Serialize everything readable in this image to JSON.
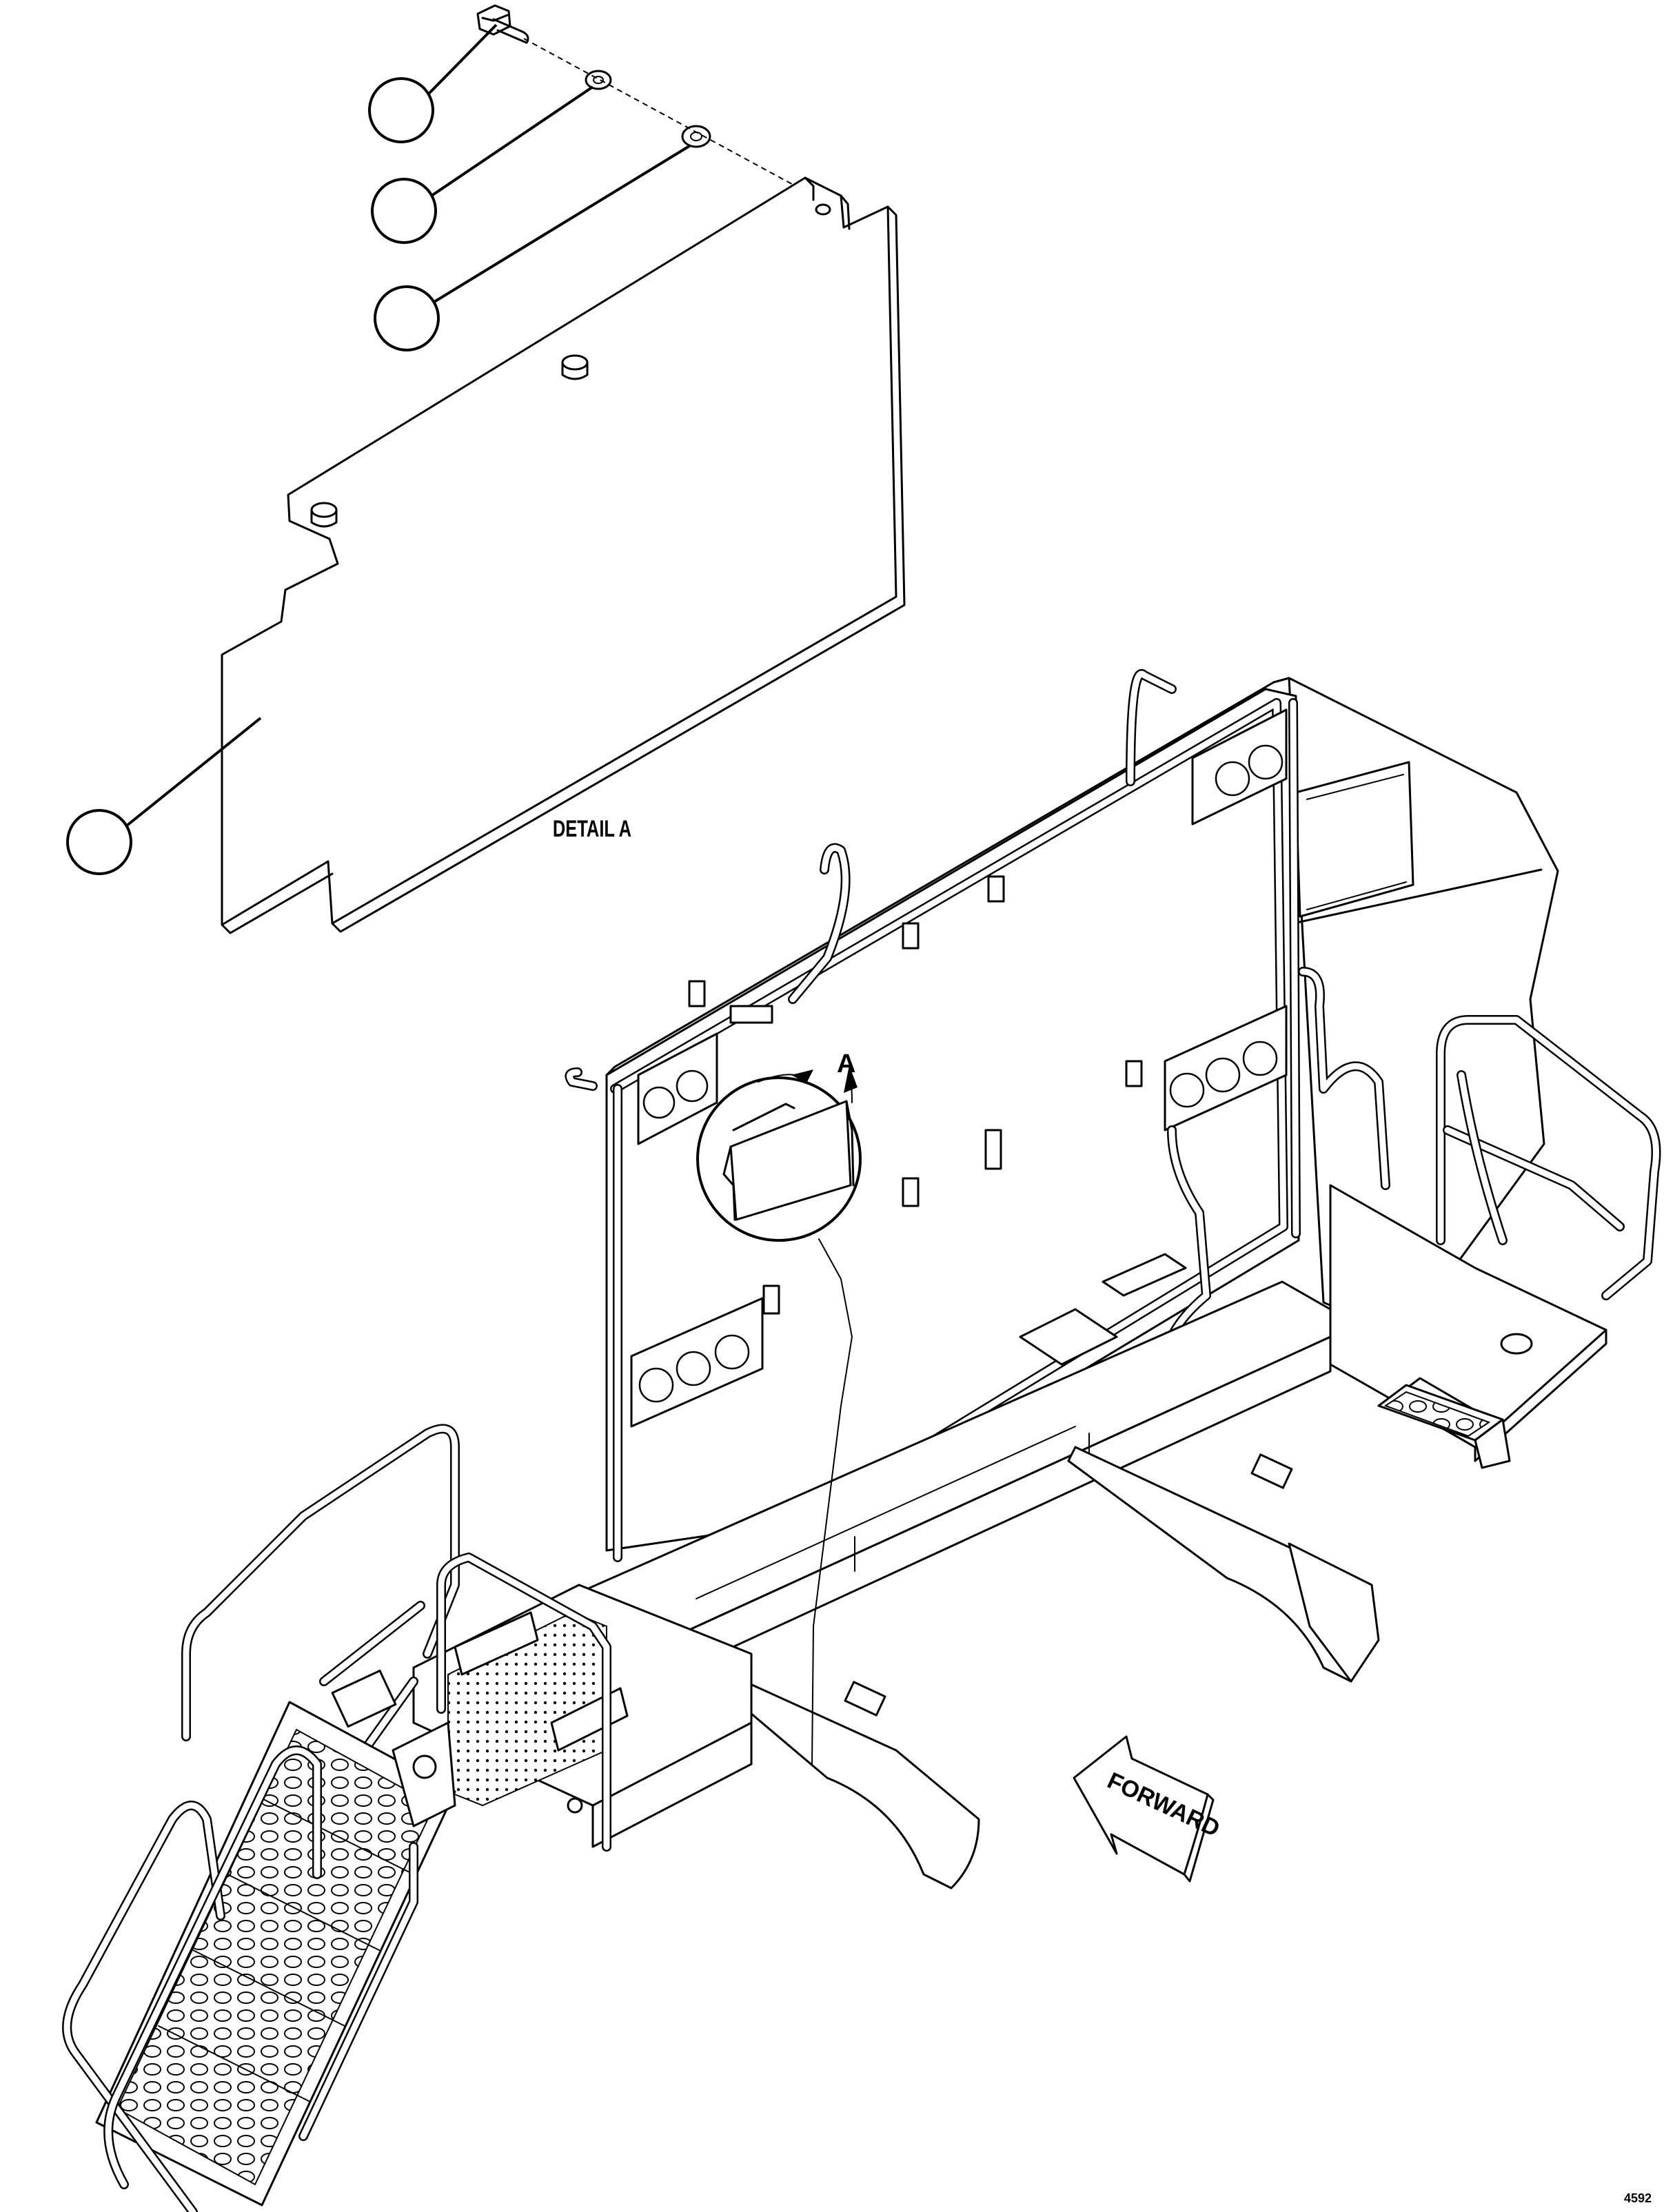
{
  "detail": {
    "title": "DETAIL A",
    "view_letter": "A",
    "callouts": [
      "",
      "",
      "",
      ""
    ]
  },
  "direction_arrow": {
    "label": "FORWARD"
  },
  "sheet_code": "4592"
}
